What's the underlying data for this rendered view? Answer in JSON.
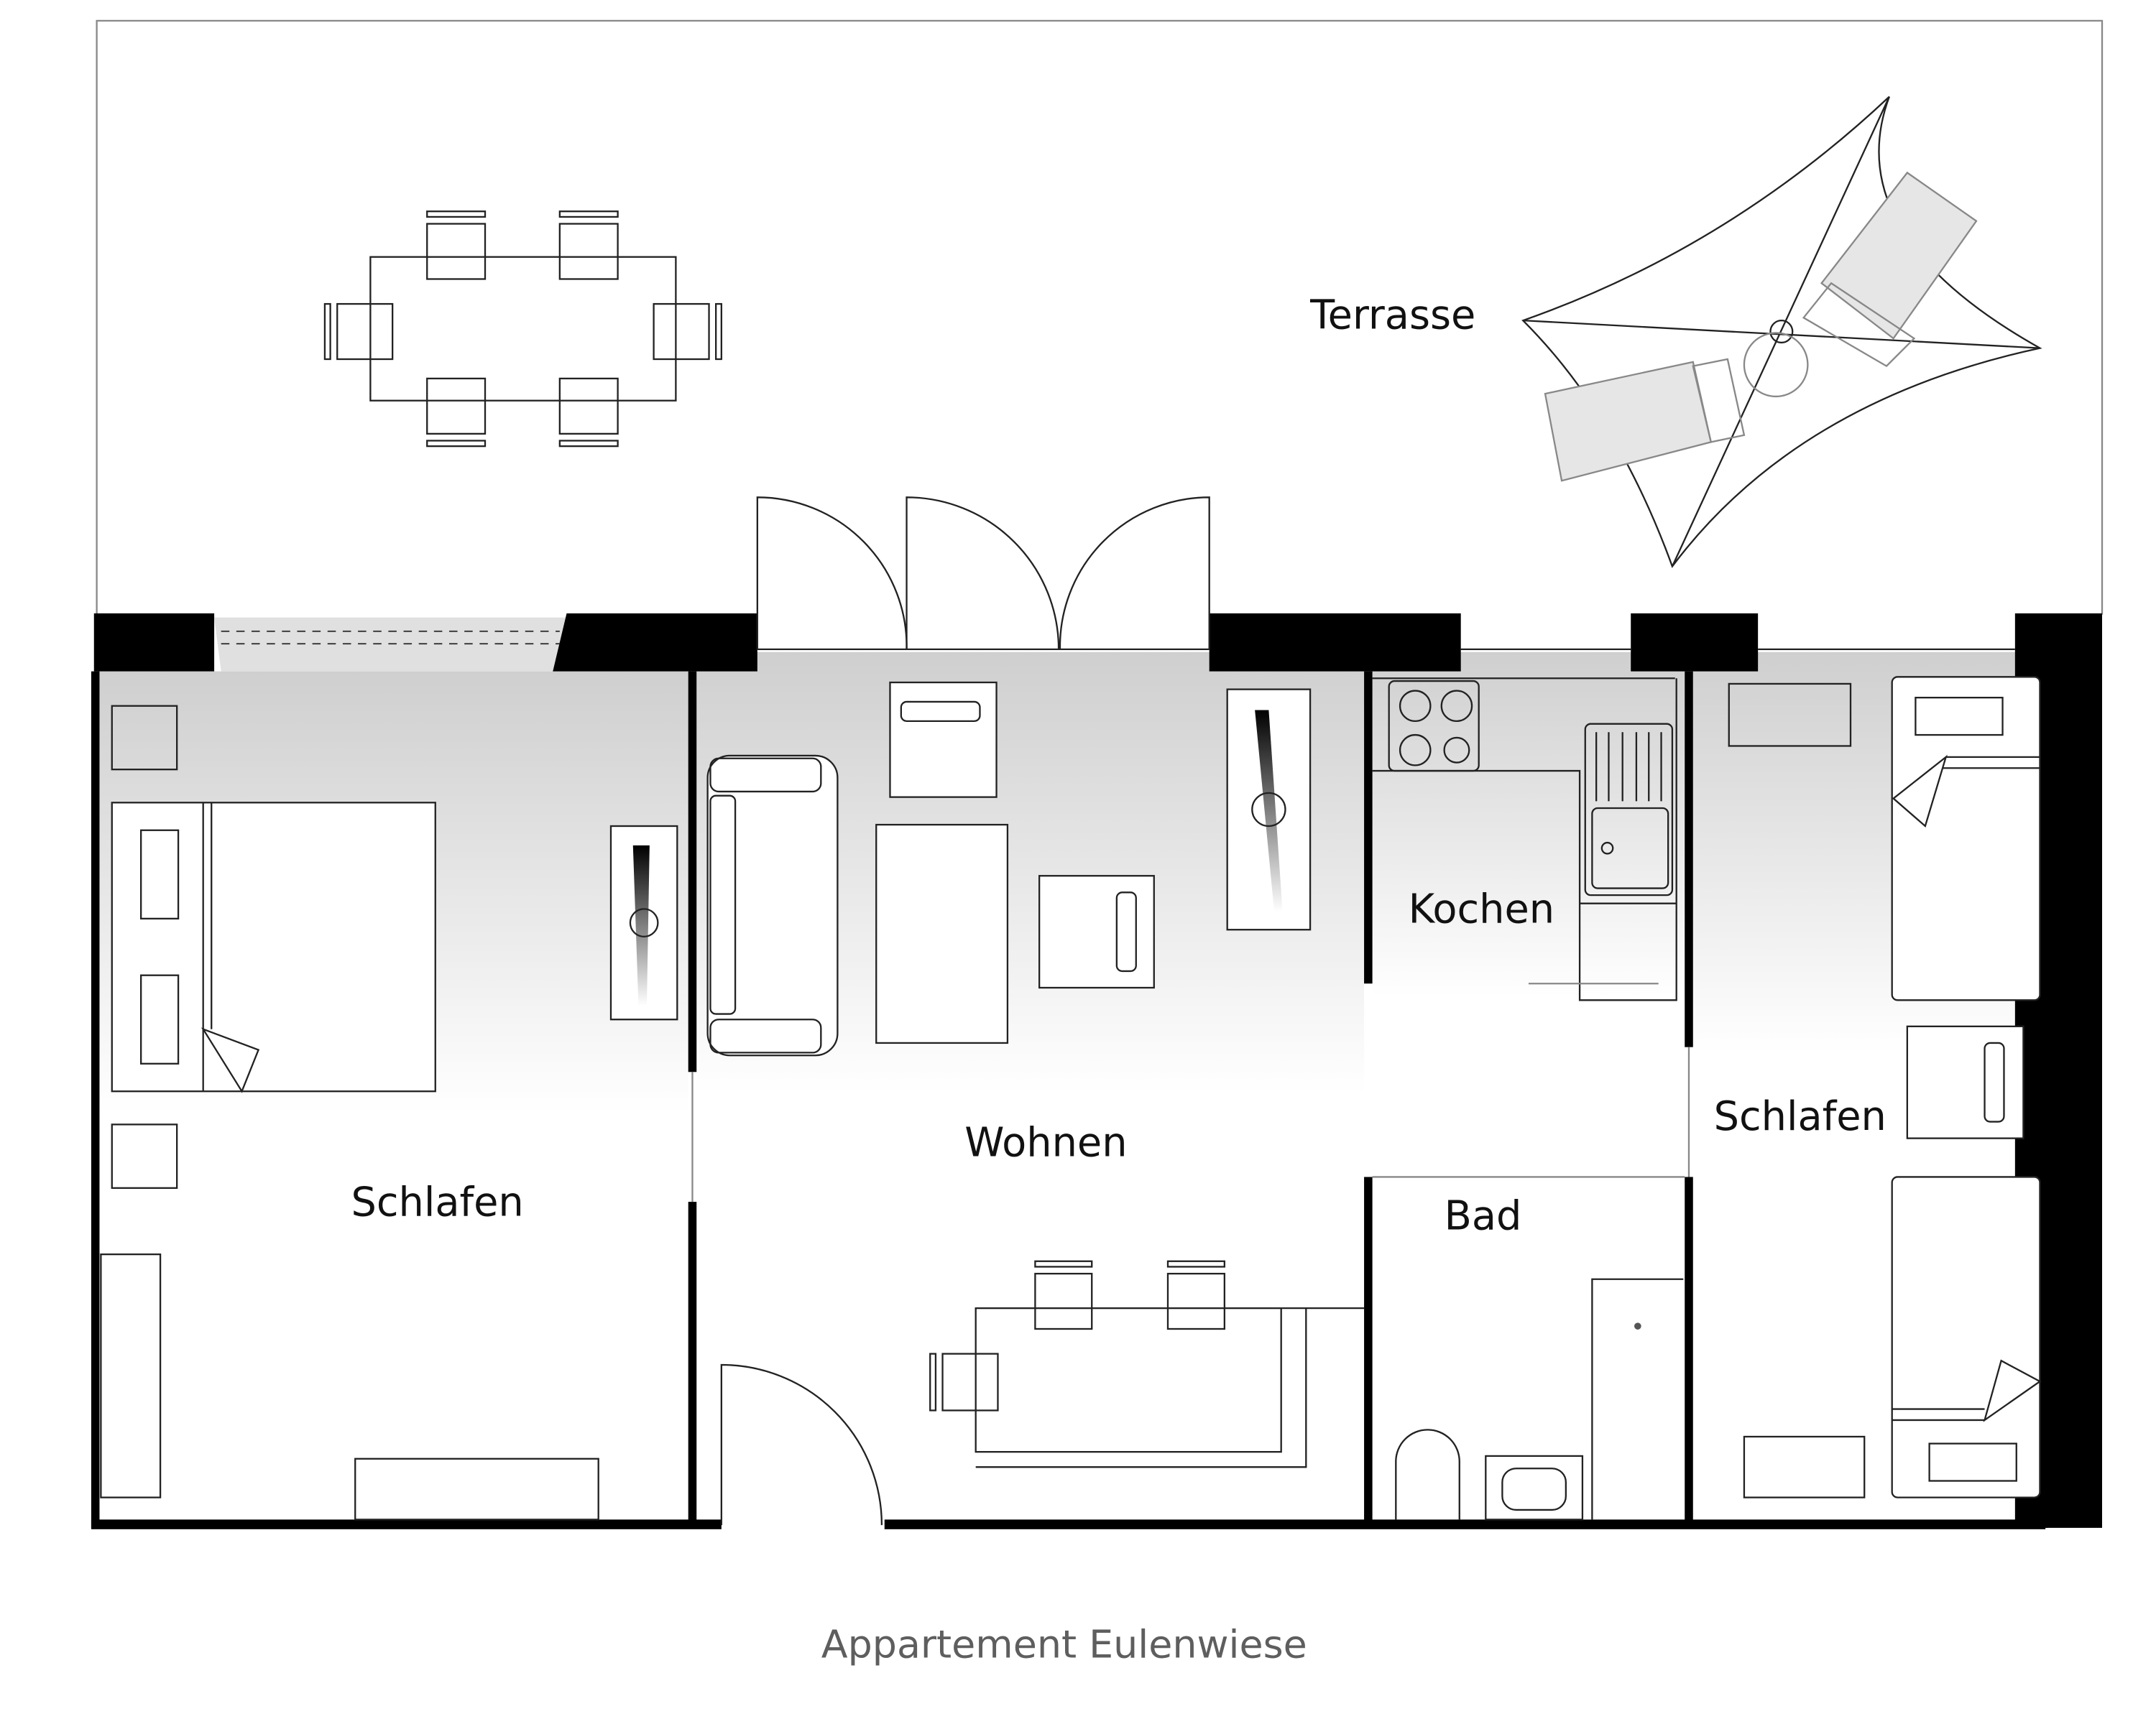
{
  "plan": {
    "title": "Appartement Eulenwiese",
    "rooms": {
      "terrace": "Terrasse",
      "bedroom_left": "Schlafen",
      "living": "Wohnen",
      "kitchen": "Kochen",
      "bath": "Bad",
      "bedroom_right": "Schlafen"
    }
  },
  "colors": {
    "wall": "#000000",
    "line": "#222222",
    "caption": "#5e5e5e",
    "shade": "#d0d0d0"
  }
}
